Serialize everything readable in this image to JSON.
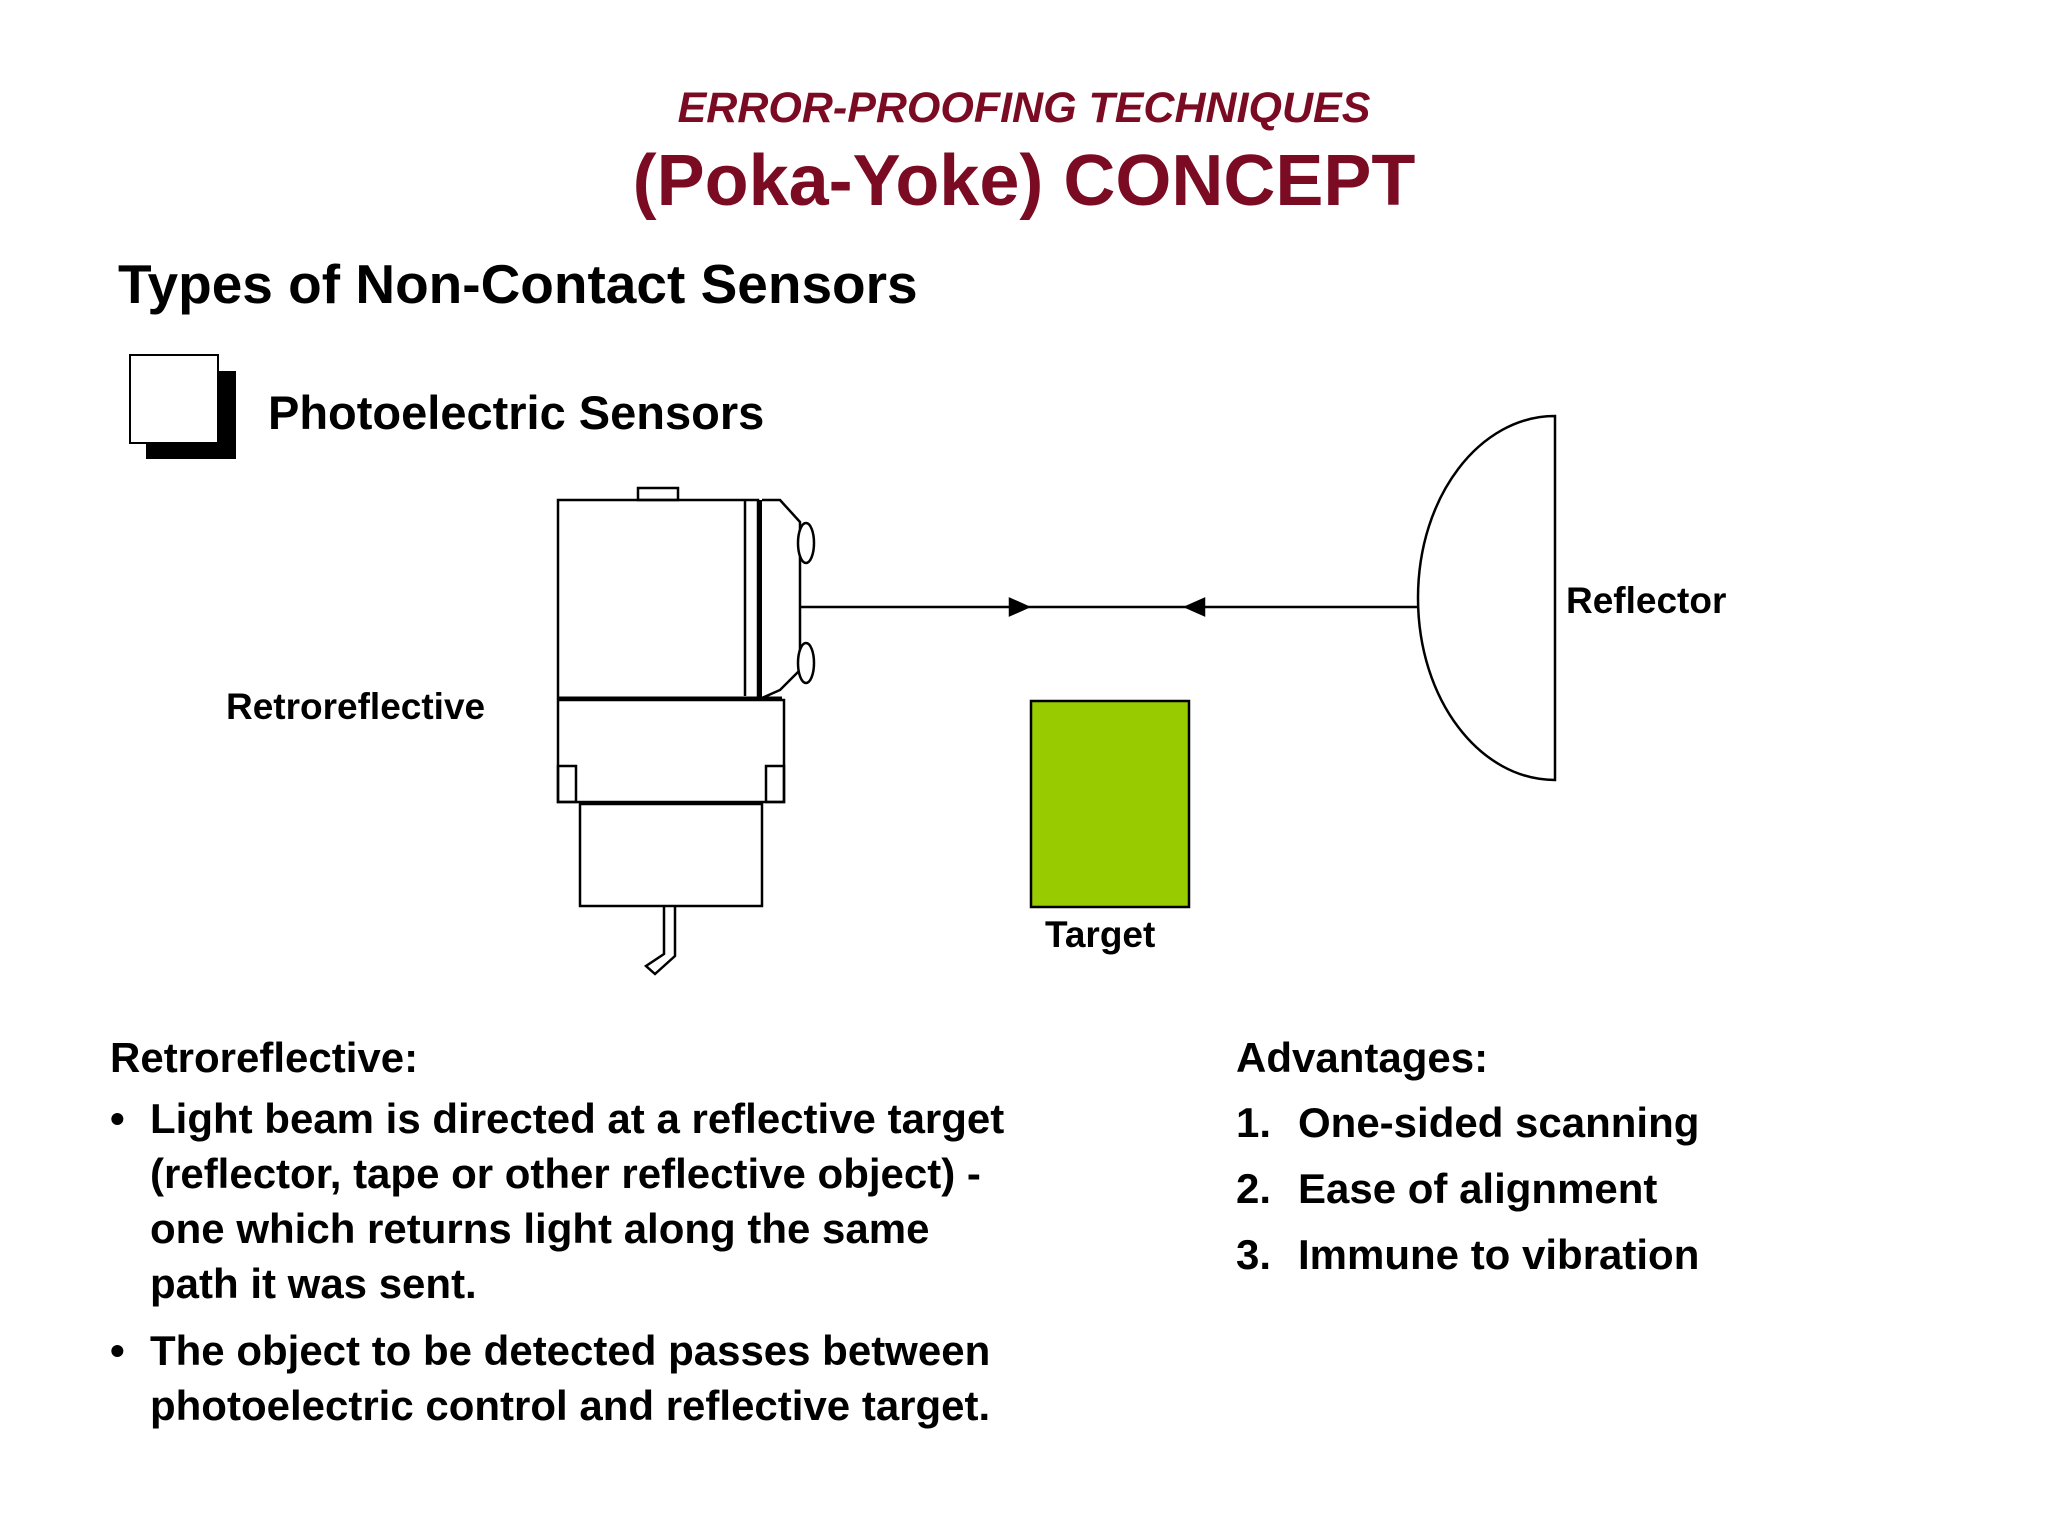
{
  "header": {
    "title_line1": "ERROR-PROOFING TECHNIQUES",
    "title_line2": "(Poka-Yoke) CONCEPT"
  },
  "section_heading": "Types of Non-Contact Sensors",
  "sub_heading": "Photoelectric Sensors",
  "diagram": {
    "sensor_label": "Retroreflective",
    "reflector_label": "Reflector",
    "target_label": "Target",
    "target_color": "#99cc00"
  },
  "description": {
    "heading": "Retroreflective:",
    "bullets": [
      {
        "symbol": "•",
        "lines": [
          "Light beam is directed at a reflective target",
          "(reflector, tape or other reflective object) -",
          "one which returns light along the same",
          "path it was sent."
        ]
      },
      {
        "symbol": "•",
        "lines": [
          "The object to be detected passes between",
          "photoelectric control and reflective target."
        ]
      }
    ]
  },
  "advantages": {
    "heading": "Advantages:",
    "items": [
      {
        "num": "1.",
        "text": "One-sided scanning"
      },
      {
        "num": "2.",
        "text": "Ease of alignment"
      },
      {
        "num": "3.",
        "text": "Immune to vibration"
      }
    ]
  },
  "colors": {
    "title": "#7a0b22",
    "text": "#000000",
    "target_fill": "#99cc00"
  }
}
